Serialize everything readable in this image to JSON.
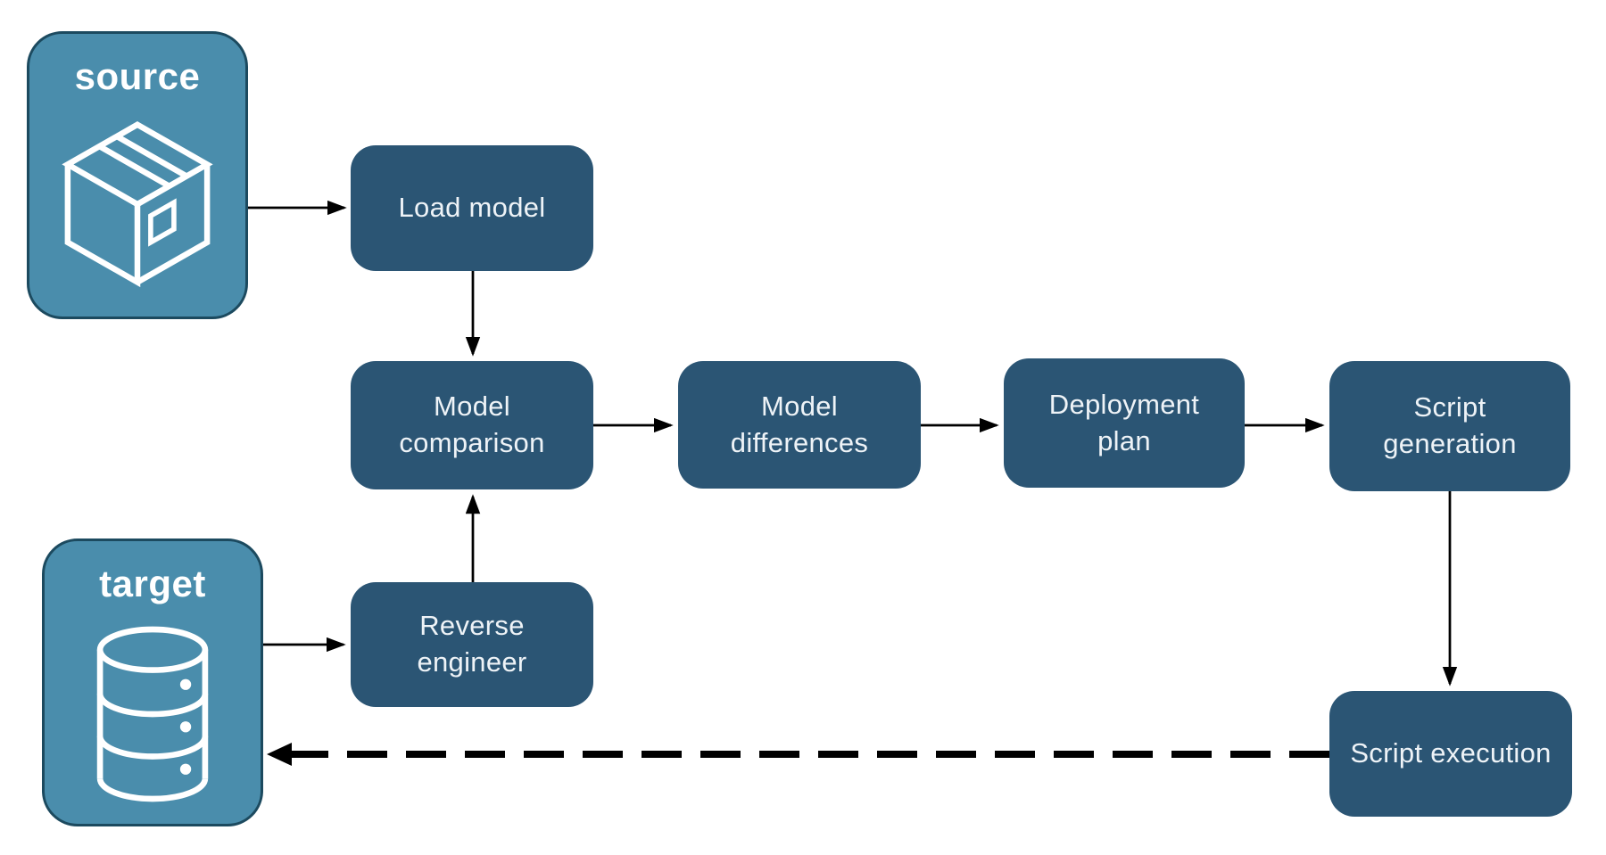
{
  "colors": {
    "background": "#ffffff",
    "container_fill": "#4a8dac",
    "container_border": "#1c4a5f",
    "container_text": "#ffffff",
    "node_fill": "#2b5574",
    "node_text": "#eef3f7",
    "arrow": "#000000"
  },
  "nodes": {
    "source": {
      "label": "source",
      "icon": "package-icon"
    },
    "target": {
      "label": "target",
      "icon": "database-icon"
    },
    "load_model": {
      "label": "Load model"
    },
    "model_comparison": {
      "label": "Model comparison"
    },
    "model_differences": {
      "label": "Model differences"
    },
    "deployment_plan": {
      "label": "Deployment plan"
    },
    "script_generation": {
      "label": "Script generation"
    },
    "reverse_engineer": {
      "label": "Reverse engineer"
    },
    "script_execution": {
      "label": "Script execution"
    }
  },
  "edges": [
    {
      "from": "source",
      "to": "load_model",
      "style": "solid"
    },
    {
      "from": "load_model",
      "to": "model_comparison",
      "style": "solid"
    },
    {
      "from": "model_comparison",
      "to": "model_differences",
      "style": "solid"
    },
    {
      "from": "model_differences",
      "to": "deployment_plan",
      "style": "solid"
    },
    {
      "from": "deployment_plan",
      "to": "script_generation",
      "style": "solid"
    },
    {
      "from": "script_generation",
      "to": "script_execution",
      "style": "solid"
    },
    {
      "from": "target",
      "to": "reverse_engineer",
      "style": "solid"
    },
    {
      "from": "reverse_engineer",
      "to": "model_comparison",
      "style": "solid"
    },
    {
      "from": "script_execution",
      "to": "target",
      "style": "dashed"
    }
  ]
}
